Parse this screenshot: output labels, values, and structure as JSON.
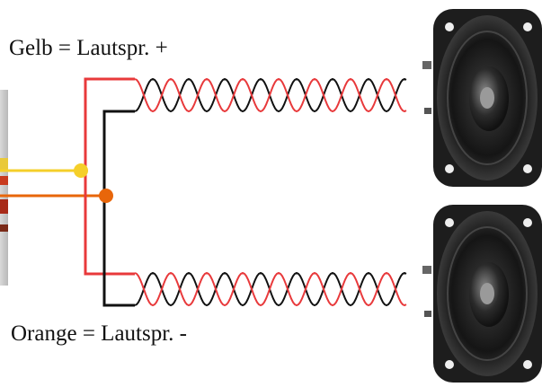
{
  "labels": {
    "yellow_wire": "Gelb = Lautspr. +",
    "orange_wire": "Orange = Lautspr. -"
  },
  "colors": {
    "yellow_wire": "#f5cf2a",
    "orange_wire": "#e8660a",
    "red_wire": "#e8393b",
    "black_wire": "#111111",
    "speaker_body": "#1c1c1c",
    "background": "#ffffff"
  },
  "components": {
    "connector": "wire-harness-plug",
    "speakers": [
      "speaker-top",
      "speaker-bottom"
    ]
  }
}
